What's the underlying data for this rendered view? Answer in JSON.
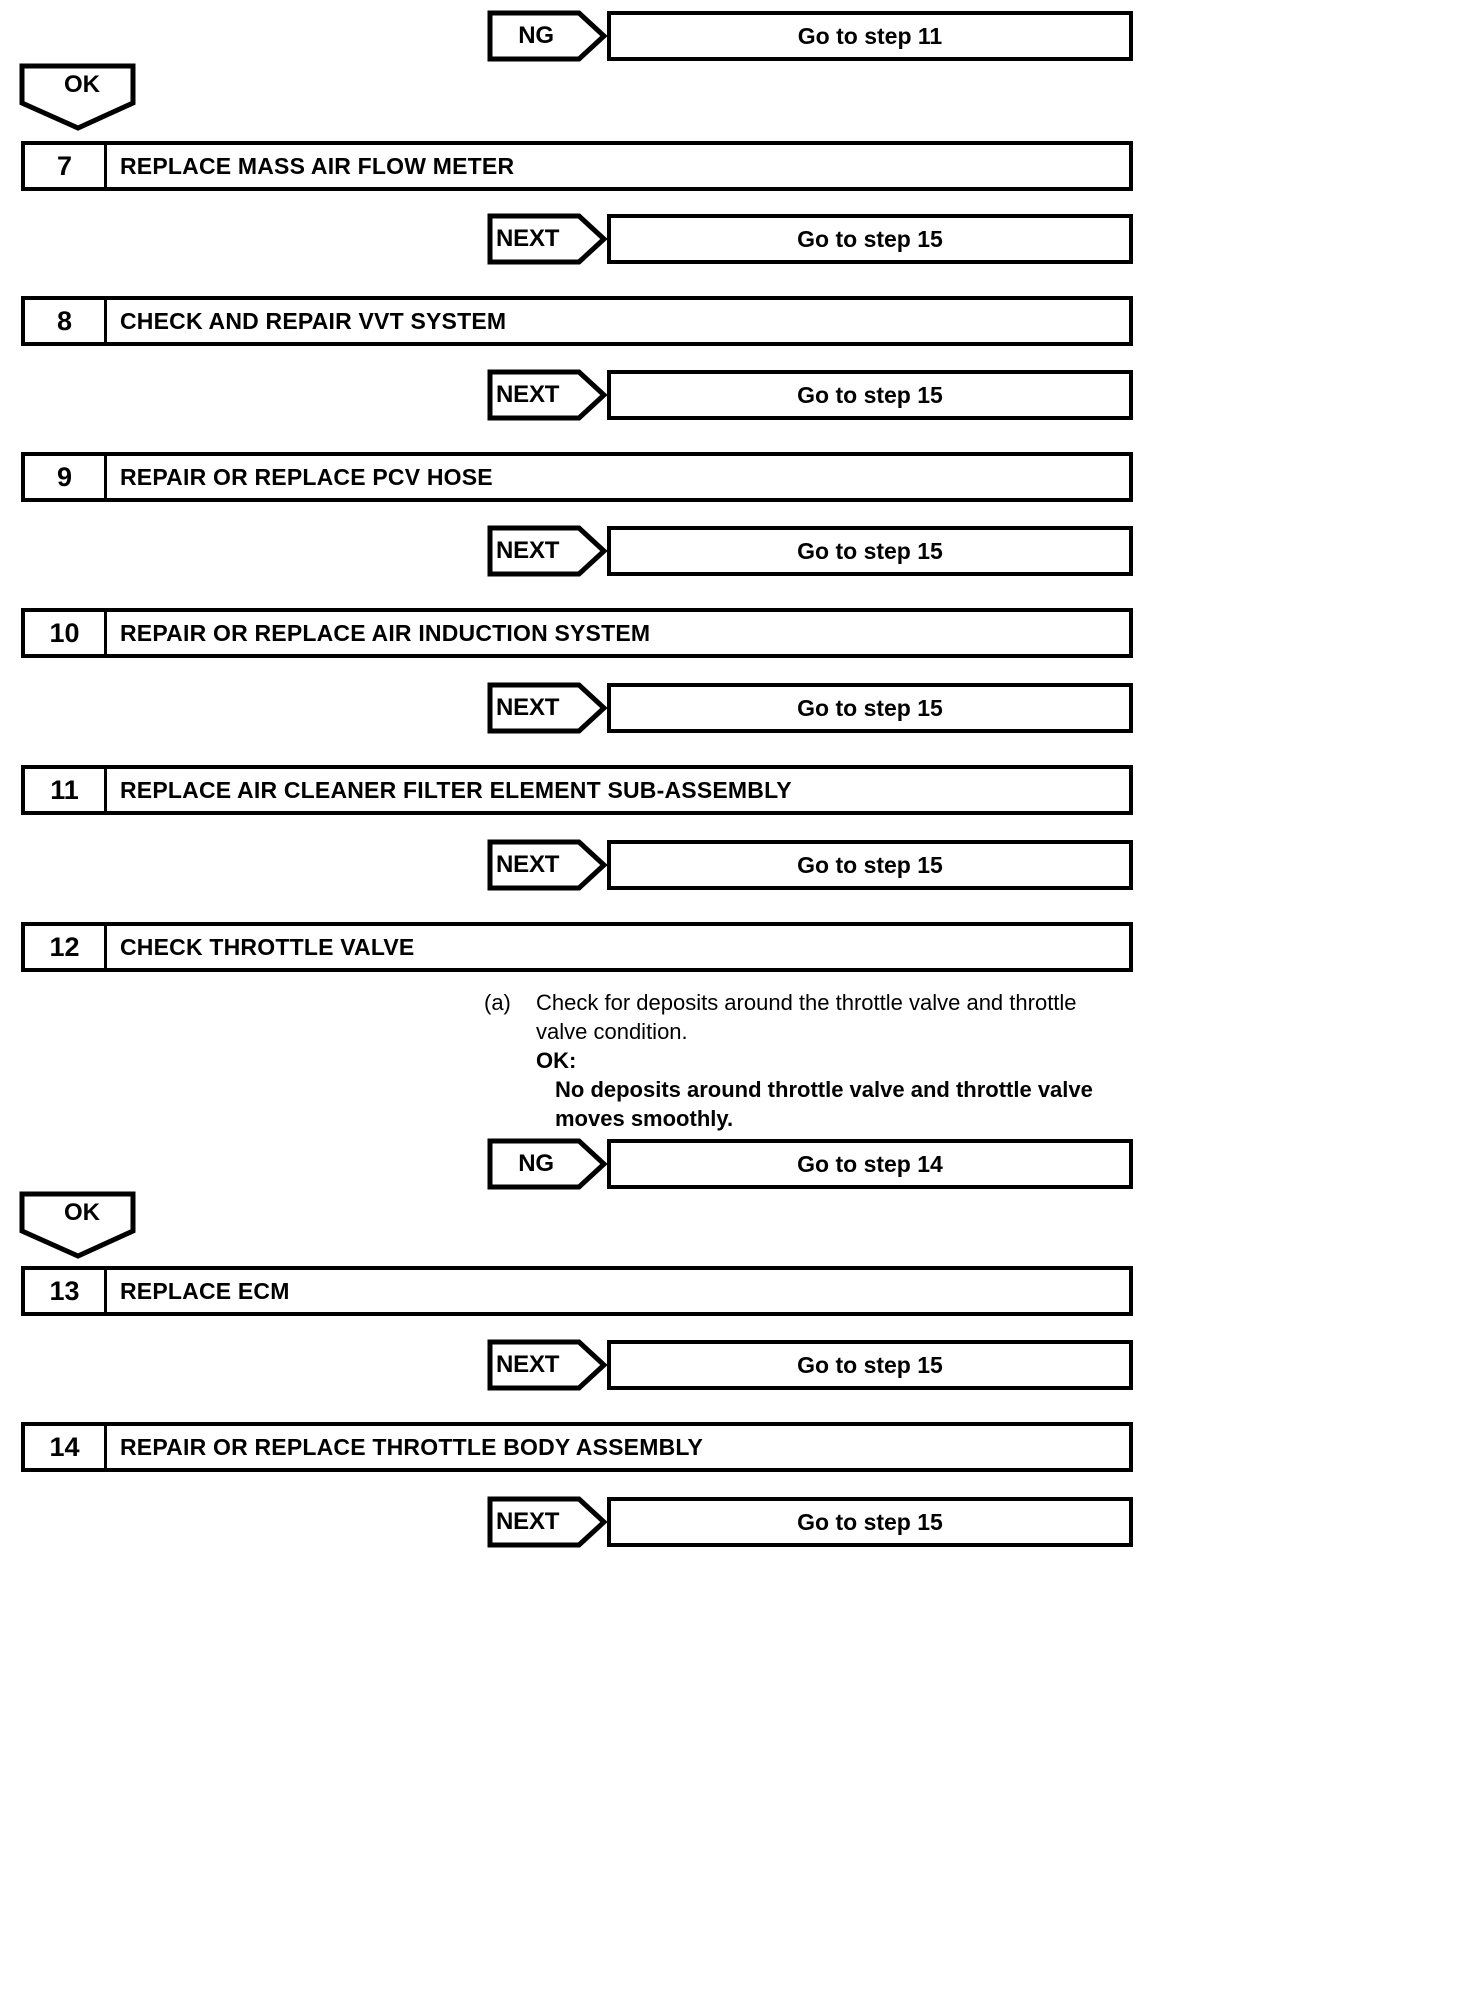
{
  "document": {
    "type": "diagnostic-flowchart",
    "title": "Engine diagnostic troubleshooting flowchart (steps 7-14)"
  },
  "colors": {
    "ink": "#000000",
    "paper": "#ffffff"
  },
  "labels": {
    "ok": "OK",
    "ng": "NG",
    "next": "NEXT"
  },
  "nodes": [
    {
      "kind": "judgement",
      "name": "judgement-ng-go-to-step-11",
      "label": "NG",
      "result": "Go to step 11"
    },
    {
      "kind": "ok-marker",
      "name": "ok-marker-to-step-7",
      "label": "OK"
    },
    {
      "kind": "step",
      "name": "step-7",
      "number": "7",
      "title": "REPLACE MASS AIR FLOW METER"
    },
    {
      "kind": "judgement",
      "name": "judgement-next-after-step-7",
      "label": "NEXT",
      "result": "Go to step 15"
    },
    {
      "kind": "step",
      "name": "step-8",
      "number": "8",
      "title": "CHECK AND REPAIR VVT SYSTEM"
    },
    {
      "kind": "judgement",
      "name": "judgement-next-after-step-8",
      "label": "NEXT",
      "result": "Go to step 15"
    },
    {
      "kind": "step",
      "name": "step-9",
      "number": "9",
      "title": "REPAIR OR REPLACE PCV HOSE"
    },
    {
      "kind": "judgement",
      "name": "judgement-next-after-step-9",
      "label": "NEXT",
      "result": "Go to step 15"
    },
    {
      "kind": "step",
      "name": "step-10",
      "number": "10",
      "title": "REPAIR OR REPLACE AIR INDUCTION SYSTEM"
    },
    {
      "kind": "judgement",
      "name": "judgement-next-after-step-10",
      "label": "NEXT",
      "result": "Go to step 15"
    },
    {
      "kind": "step",
      "name": "step-11",
      "number": "11",
      "title": "REPLACE AIR CLEANER FILTER ELEMENT SUB-ASSEMBLY"
    },
    {
      "kind": "judgement",
      "name": "judgement-next-after-step-11",
      "label": "NEXT",
      "result": "Go to step 15"
    },
    {
      "kind": "step",
      "name": "step-12",
      "number": "12",
      "title": "CHECK THROTTLE VALVE"
    },
    {
      "kind": "procedure",
      "name": "procedure-step-12",
      "marker": "(a)",
      "lines": [
        {
          "text": "Check for deposits around the throttle valve and throttle",
          "bold": false,
          "indent": false
        },
        {
          "text": "valve condition.",
          "bold": false,
          "indent": false
        },
        {
          "text": "OK:",
          "bold": true,
          "indent": false
        },
        {
          "text": "No deposits around throttle valve and throttle valve",
          "bold": true,
          "indent": true
        },
        {
          "text": "moves smoothly.",
          "bold": true,
          "indent": true
        }
      ]
    },
    {
      "kind": "judgement",
      "name": "judgement-ng-go-to-step-14",
      "label": "NG",
      "result": "Go to step 14"
    },
    {
      "kind": "ok-marker",
      "name": "ok-marker-to-step-13",
      "label": "OK"
    },
    {
      "kind": "step",
      "name": "step-13",
      "number": "13",
      "title": "REPLACE ECM"
    },
    {
      "kind": "judgement",
      "name": "judgement-next-after-step-13",
      "label": "NEXT",
      "result": "Go to step 15"
    },
    {
      "kind": "step",
      "name": "step-14",
      "number": "14",
      "title": "REPAIR OR REPLACE THROTTLE BODY ASSEMBLY"
    },
    {
      "kind": "judgement",
      "name": "judgement-next-after-step-14",
      "label": "NEXT",
      "result": "Go to step 15"
    }
  ]
}
